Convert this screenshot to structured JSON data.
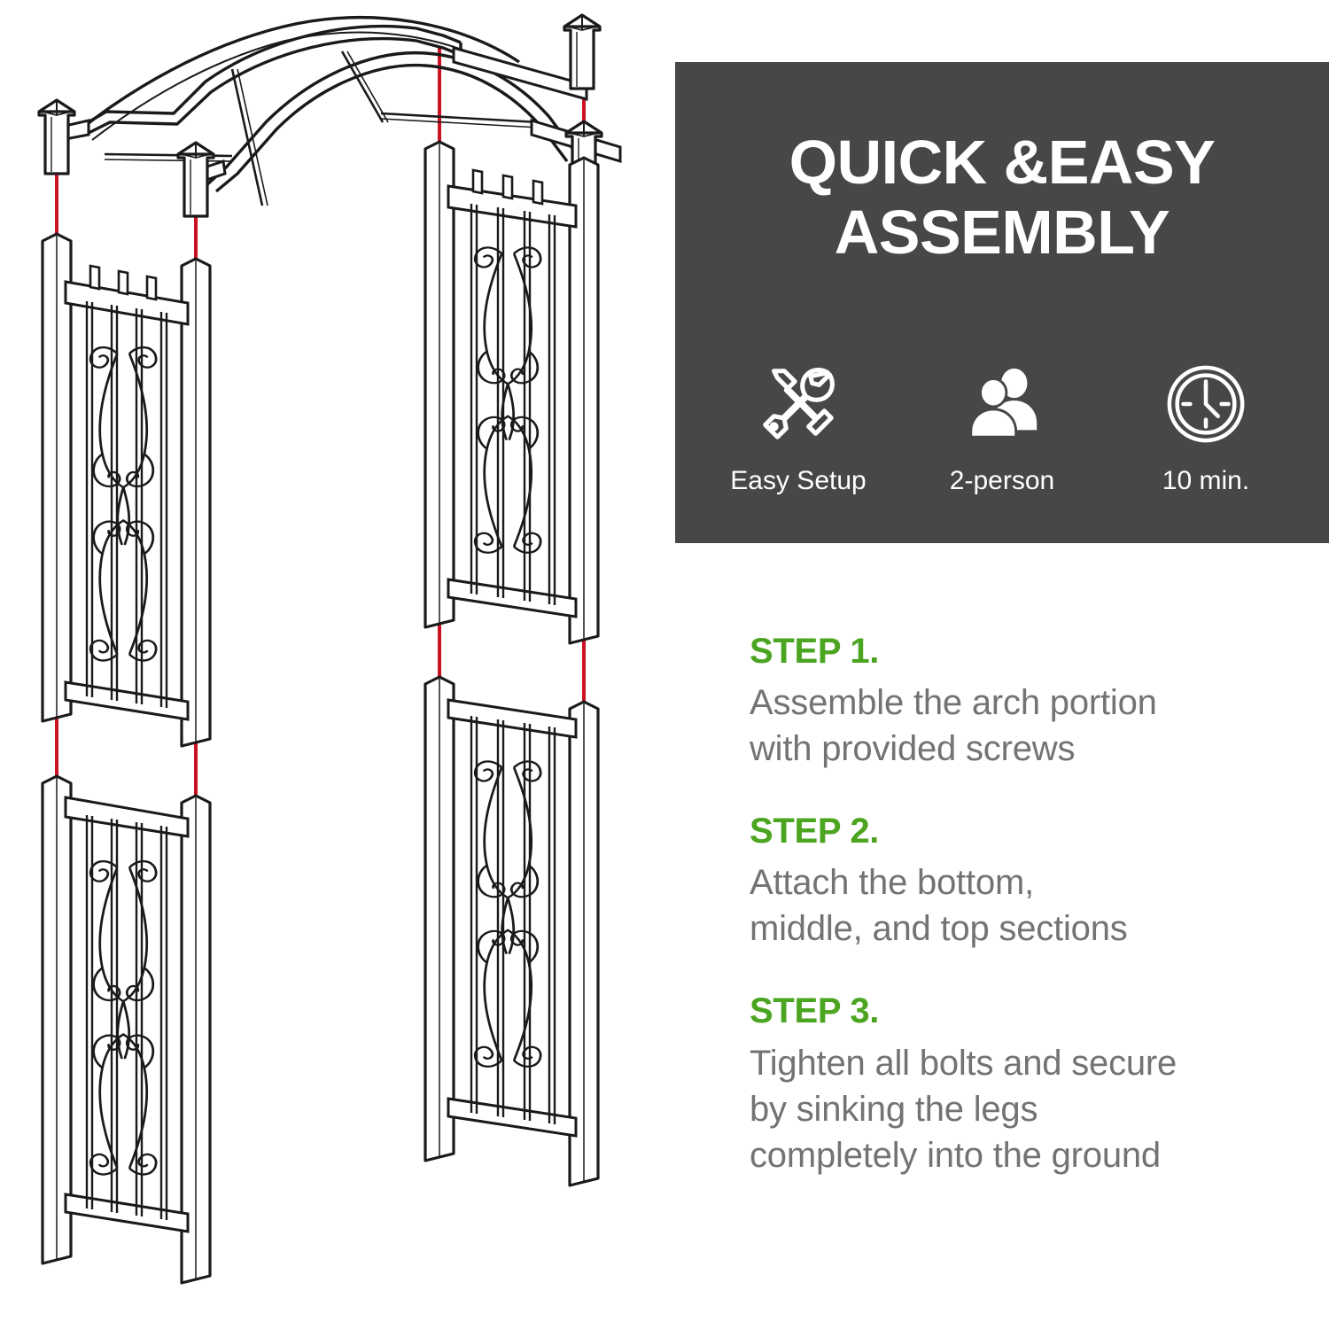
{
  "hero": {
    "title_lines": [
      "QUICK &EASY",
      "ASSEMBLY"
    ],
    "background_color": "#474747",
    "text_color": "#FFFFFF",
    "features": [
      {
        "icon": "tools-icon",
        "label": "Easy Setup"
      },
      {
        "icon": "people-icon",
        "label": "2-person"
      },
      {
        "icon": "clock-icon",
        "label": "10 min."
      }
    ]
  },
  "steps": [
    {
      "heading": "STEP 1.",
      "body_lines": [
        "Assemble the arch portion",
        "with provided screws"
      ]
    },
    {
      "heading": "STEP 2.",
      "body_lines": [
        "Attach the bottom,",
        "middle, and top sections"
      ]
    },
    {
      "heading": "STEP 3.",
      "body_lines": [
        "Tighten all bolts and secure",
        "by sinking the legs",
        "completely into the ground"
      ]
    }
  ],
  "colors": {
    "accent_green": "#4CA521",
    "body_gray": "#737373",
    "panel_dark": "#474747",
    "guide_red": "#CC1122",
    "line_black": "#1A1A1A",
    "metal_fill": "#FFFFFF",
    "metal_shade": "#BFBFBF"
  },
  "illustration": {
    "name": "garden-arbor-exploded-assembly-diagram",
    "parts": [
      "arch-top-assembly",
      "left-upper-panel",
      "right-upper-panel",
      "left-lower-panel",
      "right-lower-panel"
    ],
    "guide_line_count": 8
  }
}
